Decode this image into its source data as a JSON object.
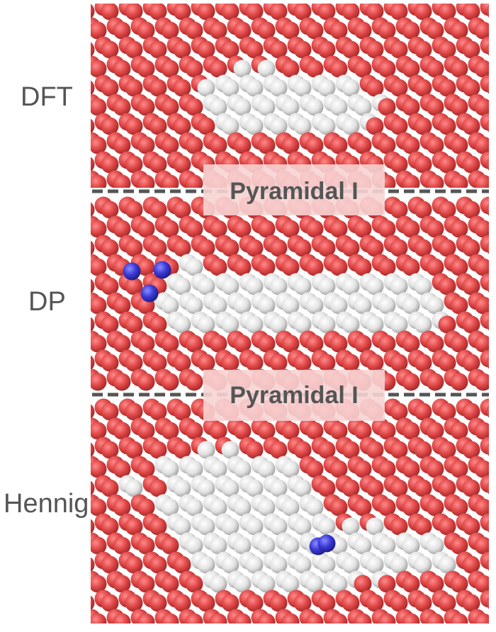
{
  "panels": [
    {
      "id": "dft",
      "label": "DFT"
    },
    {
      "id": "dp",
      "label": "DP"
    },
    {
      "id": "hennig",
      "label": "Hennig"
    }
  ],
  "separators": [
    {
      "label": "Pyramidal I"
    },
    {
      "label": "Pyramidal I"
    }
  ],
  "colors": {
    "lattice_atom": "#e04848",
    "defect_atom": "#dcdcdc",
    "special_atom": "#3a3ad8",
    "separator_line": "#555555",
    "label_box": "#f7d3d3"
  }
}
